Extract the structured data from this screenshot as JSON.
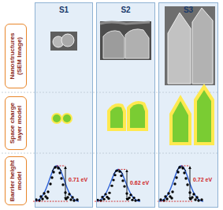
{
  "diagram": {
    "nodes": [
      {
        "text": [
          "S1"
        ]
      },
      {
        "text": [
          "S2"
        ]
      },
      {
        "text": [
          "S3"
        ]
      },
      {
        "text": [
          "Nanostructures (SEM Image)"
        ]
      },
      {
        "text": [
          "Space charge layer model"
        ]
      },
      {
        "text": [
          "Barrier height model"
        ]
      }
    ],
    "labels": [
      "0.71 eV",
      "0.62 eV",
      "0.72 eV"
    ]
  }
}
